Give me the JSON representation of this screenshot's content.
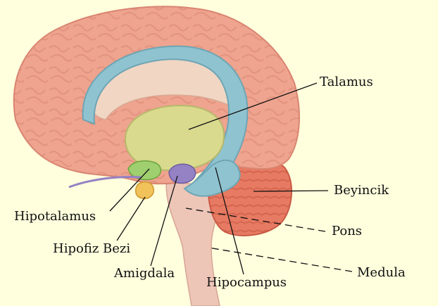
{
  "colors": {
    "background": "#fffedd",
    "cortex": "#eea48f",
    "cortex_dark": "#d98571",
    "ventricle": "#8fc3cf",
    "thalamus": "#d9da8e",
    "hypothalamus": "#9fcf6f",
    "amygdala": "#9482c4",
    "pituitary": "#f2c25a",
    "cerebellum": "#e77a62",
    "brainstem": "#edc6b8"
  },
  "labels": {
    "talamus": "Talamus",
    "beyincik": "Beyincik",
    "pons": "Pons",
    "medula": "Medula",
    "hipotalamus": "Hipotalamus",
    "hipofiz_bezi": "Hipofiz Bezi",
    "amigdala": "Amigdala",
    "hipocampus": "Hipocampus"
  }
}
